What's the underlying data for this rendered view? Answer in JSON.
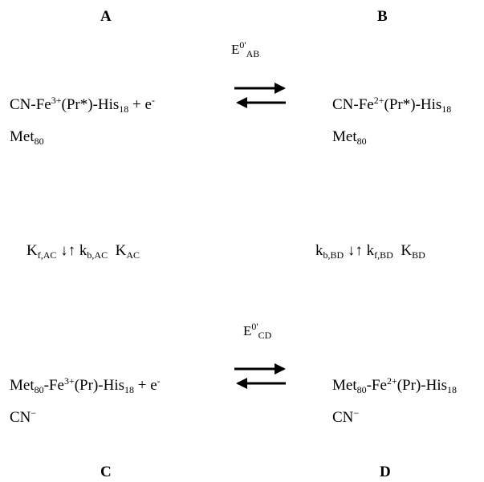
{
  "labels": {
    "a": "A",
    "b": "B",
    "c": "C",
    "d": "D"
  },
  "top": {
    "potential": {
      "base": "E",
      "sup": "0'",
      "sub": "AB"
    },
    "A": {
      "p1": "CN-Fe",
      "ox": "3+",
      "p2": "(Pr*)-His",
      "res": "18",
      "p3": " + e",
      "e_sup": "-",
      "met": "Met",
      "met_sub": "80"
    },
    "B": {
      "p1": "CN-Fe",
      "ox": "2+",
      "p2": "(Pr*)-His",
      "res": "18",
      "met": "Met",
      "met_sub": "80"
    }
  },
  "middle": {
    "left": {
      "k1": "K",
      "k1_sub": "f,AC",
      "arrows": "↓↑",
      "k2": "k",
      "k2_sub": "b,AC",
      "k3": "K",
      "k3_sub": "AC"
    },
    "right": {
      "k1": "k",
      "k1_sub": "b,BD",
      "arrows": "↓↑",
      "k2": "k",
      "k2_sub": "f,BD",
      "k3": "K",
      "k3_sub": "BD"
    }
  },
  "bottom": {
    "potential": {
      "base": "E",
      "sup": "0'",
      "sub": "CD"
    },
    "C": {
      "met": "Met",
      "met_sub": "80",
      "p1": "-Fe",
      "ox": "3+",
      "p2": "(Pr)-His",
      "res": "18",
      "p3": " + e",
      "e_sup": "-",
      "cn": "CN",
      "cn_sup": "−"
    },
    "D": {
      "met": "Met",
      "met_sub": "80",
      "p1": "-Fe",
      "ox": "2+",
      "p2": "(Pr)-His",
      "res": "18",
      "cn": "CN",
      "cn_sup": "−"
    }
  }
}
